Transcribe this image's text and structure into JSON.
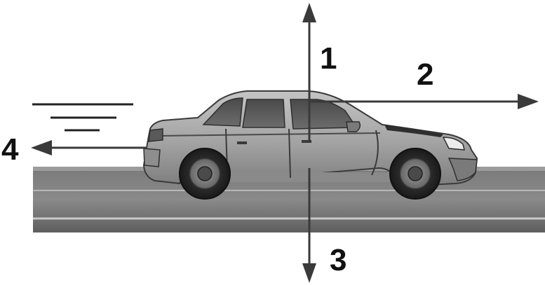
{
  "labels": {
    "up": "1",
    "forward": "2",
    "down": "3",
    "backward": "4"
  },
  "colors": {
    "arrow": "#3a3a3a",
    "label": "#111111",
    "road": "#6f6f6f",
    "car_body": "#a9a9a9",
    "window": "#5a5a5a"
  }
}
